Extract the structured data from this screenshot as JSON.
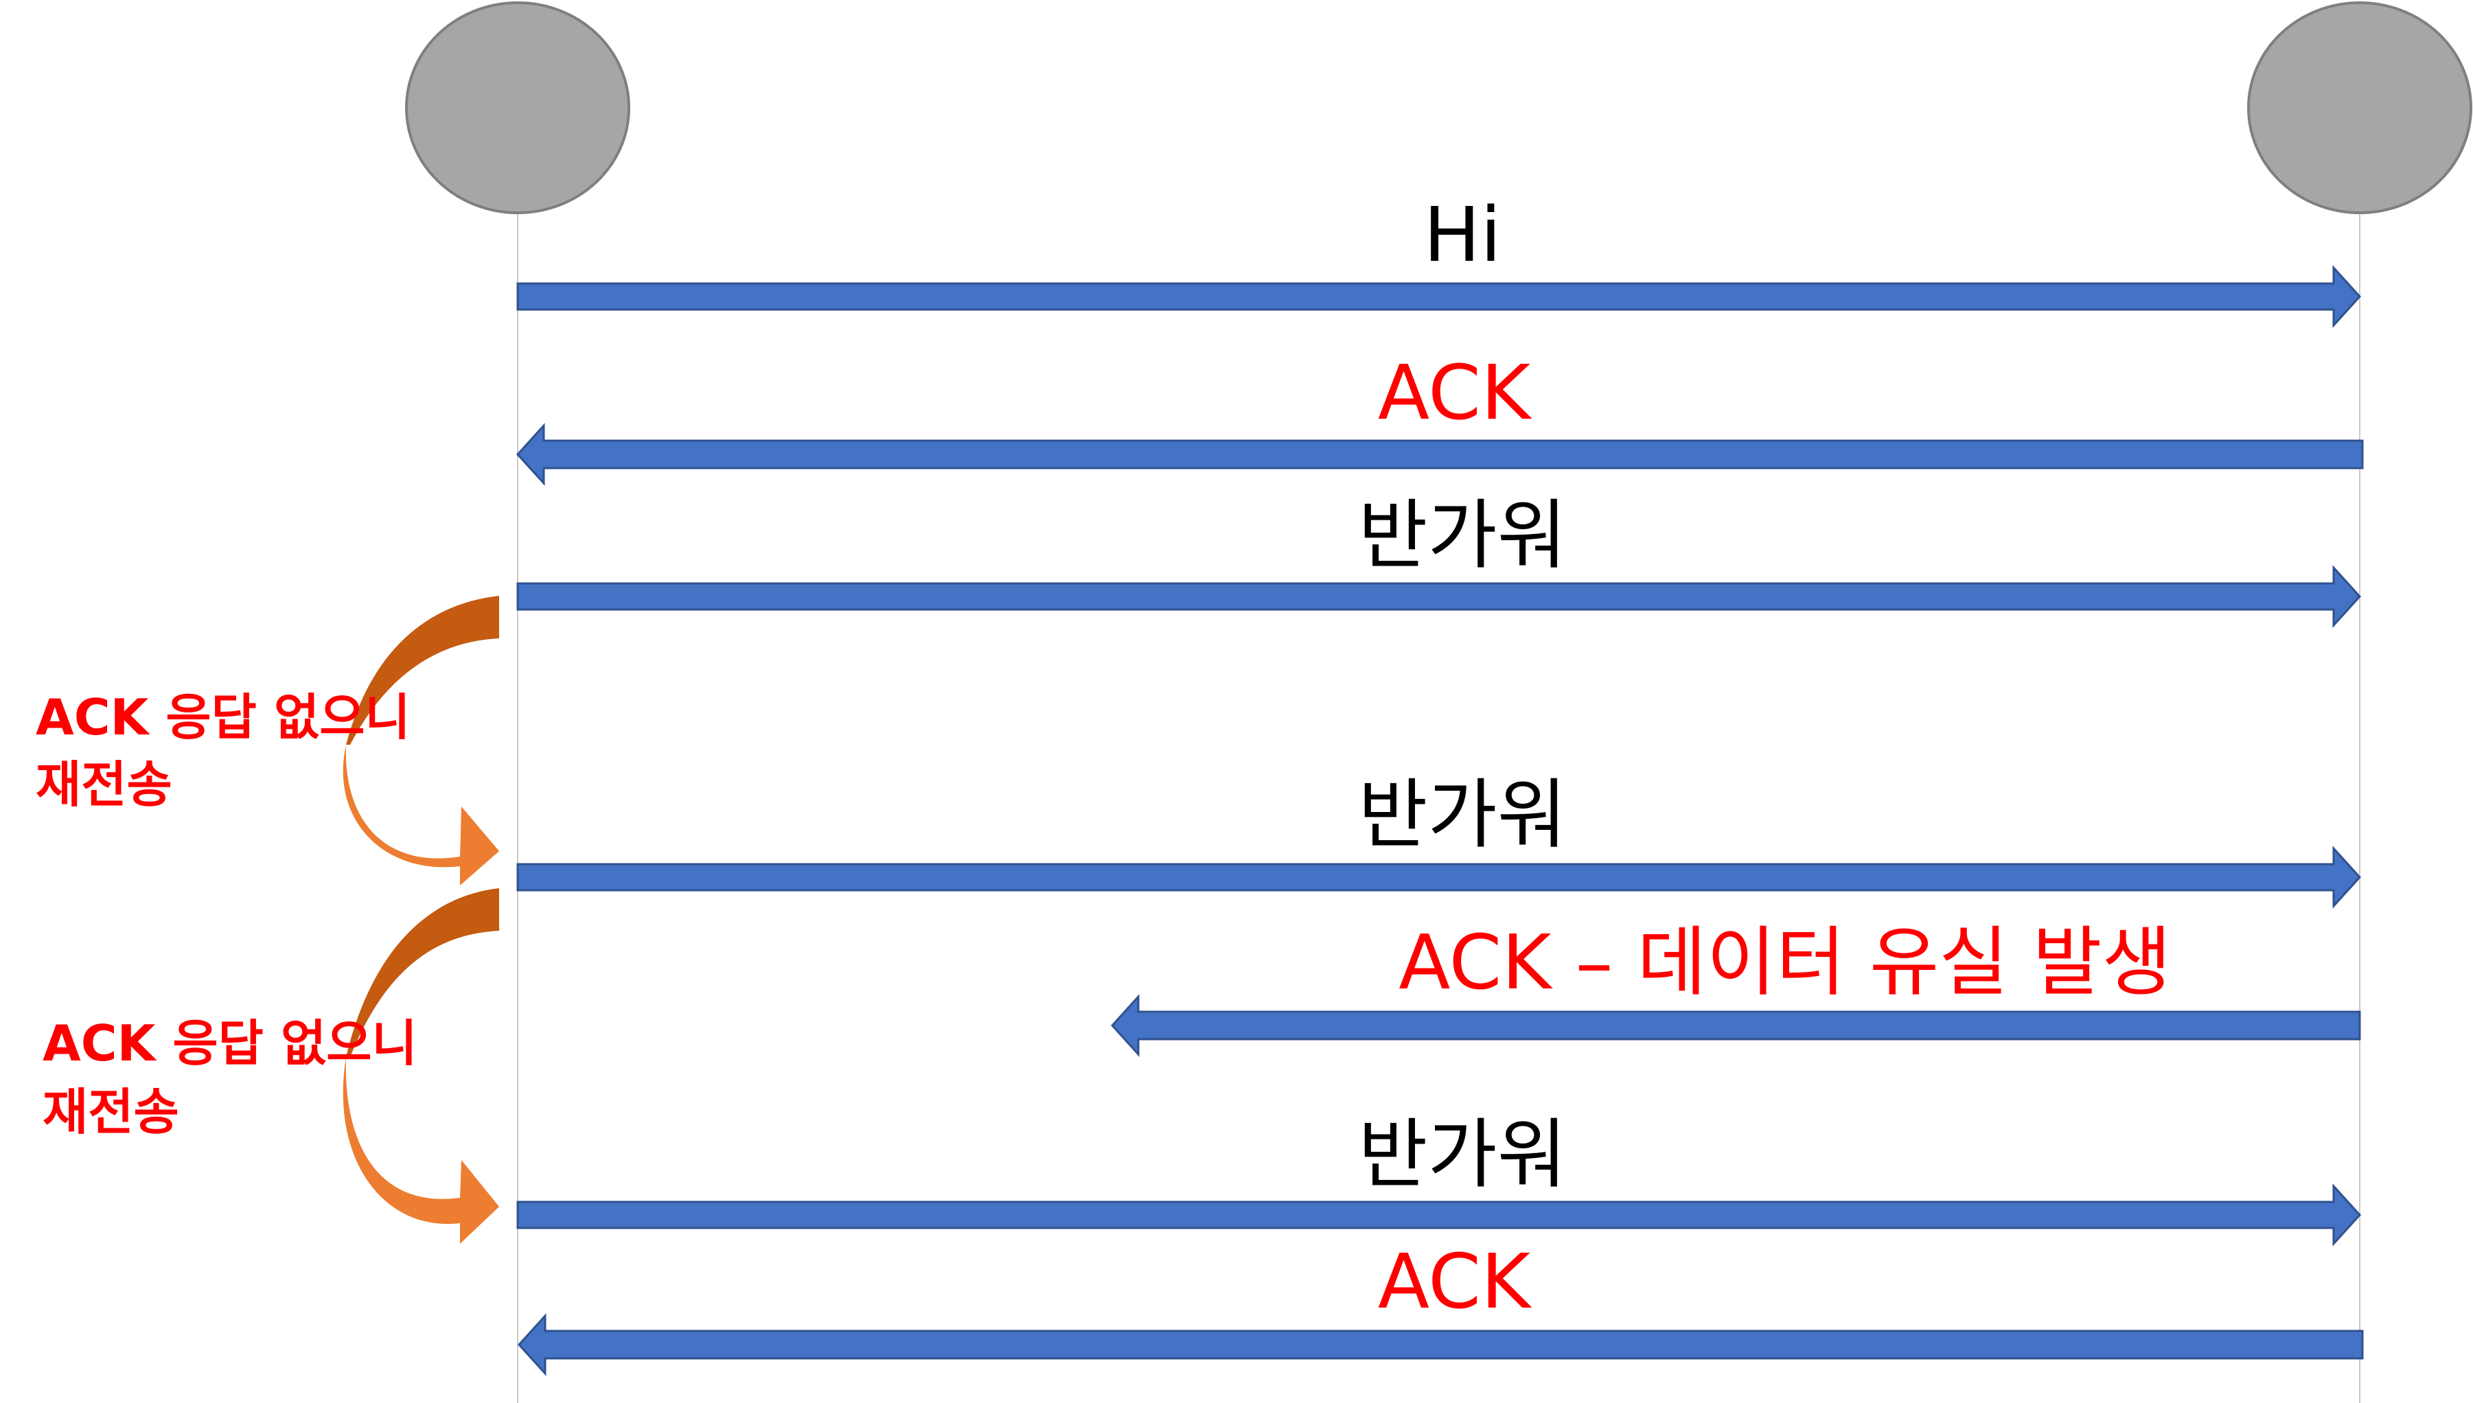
{
  "colors": {
    "node_fill": "#a6a6a6",
    "arrow_fill": "#4472c4",
    "message_text": "#000000",
    "ack_text": "#ff0000",
    "note_text": "#ff0000",
    "curve_dark": "#c55a11",
    "curve_light": "#ed7d31"
  },
  "participants": [
    {
      "label": ""
    },
    {
      "label": ""
    }
  ],
  "messages": [
    {
      "label": "Hi",
      "direction": "right",
      "kind": "data",
      "lost": false
    },
    {
      "label": "ACK",
      "direction": "left",
      "kind": "ack",
      "lost": false
    },
    {
      "label": "반가워",
      "direction": "right",
      "kind": "data",
      "lost": false
    },
    {
      "label": "반가워",
      "direction": "right",
      "kind": "data",
      "lost": false
    },
    {
      "label": "ACK – 데이터 유실 발생",
      "direction": "left",
      "kind": "ack",
      "lost": true
    },
    {
      "label": "반가워",
      "direction": "right",
      "kind": "data",
      "lost": false
    },
    {
      "label": "ACK",
      "direction": "left",
      "kind": "ack",
      "lost": false
    }
  ],
  "retransmissions": [
    {
      "line1": "ACK 응답 없으니",
      "line2": "재전송"
    },
    {
      "line1": "ACK 응답 없으니",
      "line2": "재전송"
    }
  ]
}
